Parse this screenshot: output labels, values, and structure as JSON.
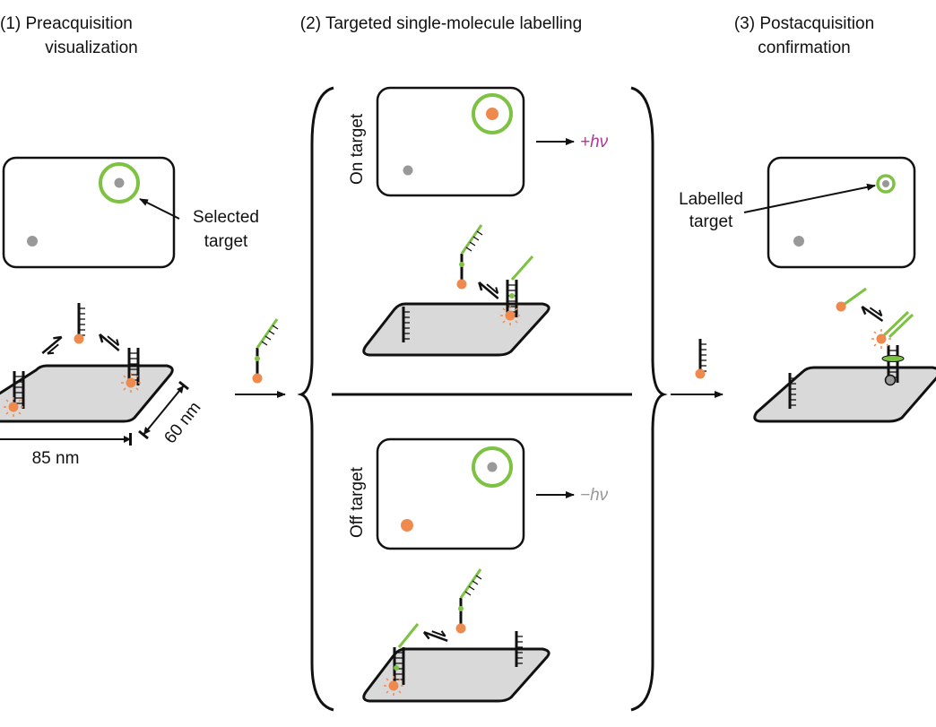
{
  "panel1": {
    "title_line1": "(1)  Preacquisition",
    "title_line2": "visualization",
    "callout_line1": "Selected",
    "callout_line2": "target",
    "dim_width": "85 nm",
    "dim_height": "60 nm"
  },
  "panel2": {
    "title": "(2)  Targeted single-molecule labelling",
    "on_label": "On target",
    "on_result": "+hν",
    "off_label": "Off target",
    "off_result": "−hν"
  },
  "panel3": {
    "title_line1": "(3)  Postacquisition",
    "title_line2": "confirmation",
    "callout_line1": "Labelled",
    "callout_line2": "target"
  },
  "colors": {
    "fluorophore": "#ee8a4d",
    "imager_strand": "#7dc242",
    "target": "#999999",
    "emission": "#b0399c",
    "no_emission": "#999999",
    "surface": "#d9d9d9"
  }
}
